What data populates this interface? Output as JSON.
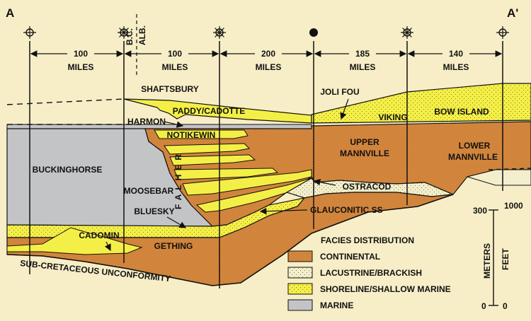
{
  "section": {
    "left_end": "A",
    "right_end": "A'",
    "border_label": "B.C.",
    "border_label2": "ALB."
  },
  "spacings": [
    {
      "value": "100",
      "unit": "MILES"
    },
    {
      "value": "100",
      "unit": "MILES"
    },
    {
      "value": "200",
      "unit": "MILES"
    },
    {
      "value": "185",
      "unit": "MILES"
    },
    {
      "value": "140",
      "unit": "MILES"
    }
  ],
  "well_symbols": [
    "dry-hole-symbol",
    "gas-well-symbol",
    "gas-well-symbol",
    "oil-well-symbol",
    "gas-well-symbol",
    "dry-hole-symbol"
  ],
  "units": {
    "shaftsbury": "SHAFTSBURY",
    "paddy_cadotte": "PADDY/CADOTTE",
    "joli_fou": "JOLI FOU",
    "viking": "VIKING",
    "bow_island": "BOW ISLAND",
    "harmon": "HARMON",
    "notikewin": "NOTIKEWIN",
    "falher": "FALHER",
    "upper_mannville_1": "UPPER",
    "upper_mannville_2": "MANNVILLE",
    "lower_mannville_1": "LOWER",
    "lower_mannville_2": "MANNVILLE",
    "buckinghorse": "BUCKINGHORSE",
    "moosebar": "MOOSEBAR",
    "ostracod": "OSTRACOD",
    "bluesky": "BLUESKY",
    "glauconitic": "GLAUCONITIC SS",
    "cadomin": "CADOMIN",
    "gething": "GETHING",
    "unconformity": "SUB-CRETACEOUS UNCONFORMITY"
  },
  "legend": {
    "title": "FACIES DISTRIBUTION",
    "items": [
      {
        "label": "CONTINENTAL",
        "color": "#d8893e"
      },
      {
        "label": "LACUSTRINE/BRACKISH",
        "color": "#f3efcc"
      },
      {
        "label": "SHORELINE/SHALLOW MARINE",
        "color": "#f4ef46"
      },
      {
        "label": "MARINE",
        "color": "#c3c4c6"
      }
    ]
  },
  "scale": {
    "meters_label": "METERS",
    "feet_label": "FEET",
    "meters_top": "300",
    "feet_top": "1000",
    "meters_bottom": "0",
    "feet_bottom": "0"
  },
  "colors": {
    "background": "#f7eec7",
    "continental": "#d8893e",
    "lacustrine": "#f3efcc",
    "shoreline": "#f4ef46",
    "marine": "#c3c4c6"
  }
}
